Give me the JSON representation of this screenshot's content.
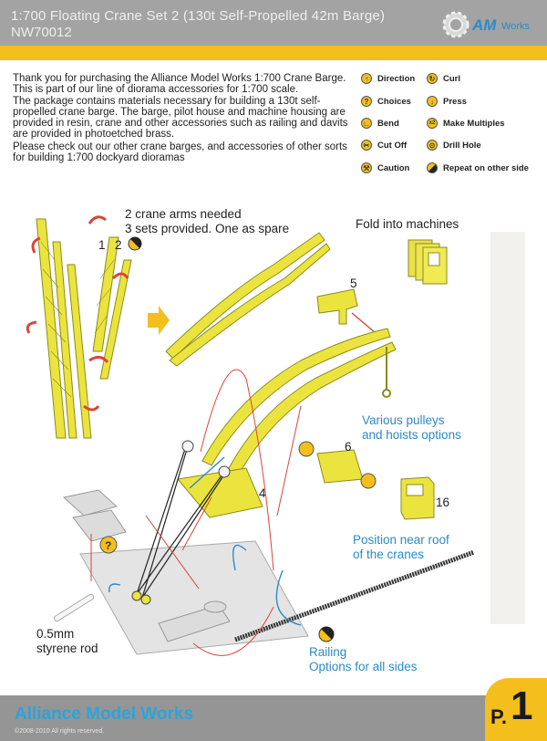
{
  "header": {
    "title_line1": "1:700 Floating Crane Set 2 (130t Self-Propelled 42m Barge)",
    "title_line2": "NW70012",
    "logo_text": "Works",
    "logo_mark": "AM"
  },
  "intro": {
    "p1": "Thank you for purchasing the Alliance Model Works 1:700 Crane Barge.  This is part of our line of diorama accessories for 1:700 scale.",
    "p2": "The package contains materials necessary for building a 130t self-propelled crane barge. The barge, pilot house and machine housing are provided in resin, crane and other accessories such as railing and davits are provided in photoetched brass.",
    "p3": "Please check out our other crane barges, and accessories of other sorts for building 1:700 dockyard dioramas"
  },
  "legend": {
    "direction": "Direction",
    "curl": "Curl",
    "choices": "Choices",
    "press": "Press",
    "bend": "Bend",
    "make_multiples": "Make Multiples",
    "cut_off": "Cut Off",
    "drill_hole": "Drill Hole",
    "caution": "Caution",
    "repeat": "Repeat on other side",
    "x2": "x2",
    "q": "?"
  },
  "diagram": {
    "arms_line1": "2 crane arms needed",
    "arms_line2": "3 sets provided. One as spare",
    "fold": "Fold into machines",
    "pulleys_line1": "Various pulleys",
    "pulleys_line2": "and hoists options",
    "position_line1": "Position near roof",
    "position_line2": "of the cranes",
    "rod_line1": "0.5mm",
    "rod_line2": "styrene rod",
    "railing_line1": "Railing",
    "railing_line2": "Options for all sides",
    "n1": "1",
    "n2": "2",
    "n4": "4",
    "n5": "5",
    "n6": "6",
    "n16": "16"
  },
  "footer": {
    "brand": "Alliance Model Works",
    "copyright": "©2008-2010 All rights reserved.",
    "page_p": "P.",
    "page_num": "1"
  },
  "colors": {
    "yellow": "#f4bf1c",
    "blue": "#2b8ac8",
    "header_gray": "#a3a3a3",
    "crane_yellow": "#e8e03c"
  }
}
